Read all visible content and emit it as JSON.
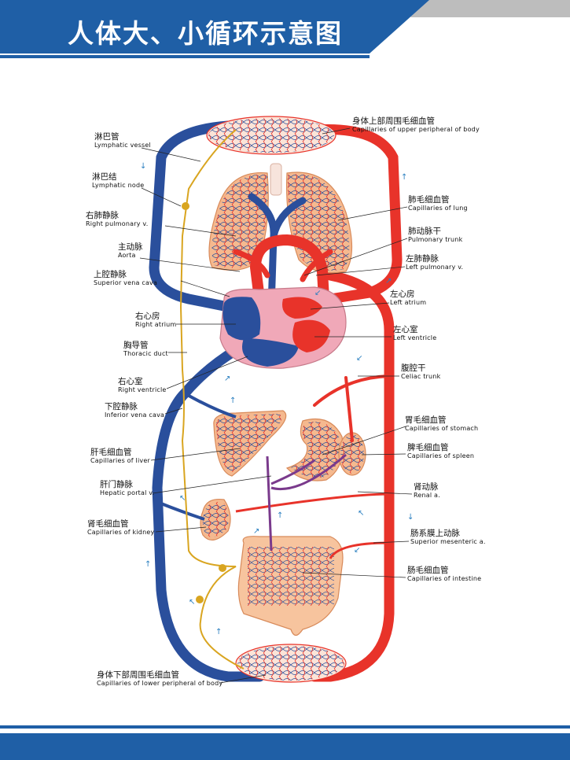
{
  "title": "人体大、小循环示意图",
  "colors": {
    "banner_blue": "#1f5fa6",
    "banner_grey": "#bdbdbd",
    "artery_red": "#e8332a",
    "vein_blue": "#2a4f9c",
    "lymph_yellow": "#d9a520"
  },
  "labels": {
    "lymphatic_vessel": {
      "zh": "淋巴管",
      "en": "Lymphatic vessel"
    },
    "lymphatic_node": {
      "zh": "淋巴结",
      "en": "Lymphatic node"
    },
    "right_pulmonary_v": {
      "zh": "右肺静脉",
      "en": "Right pulmonary v."
    },
    "aorta": {
      "zh": "主动脉",
      "en": "Aorta"
    },
    "superior_vena_cava": {
      "zh": "上腔静脉",
      "en": "Superior vena cava"
    },
    "right_atrium": {
      "zh": "右心房",
      "en": "Right atrium"
    },
    "thoracic_duct": {
      "zh": "胸导管",
      "en": "Thoracic duct"
    },
    "right_ventricle": {
      "zh": "右心室",
      "en": "Right ventricle"
    },
    "inferior_vena_cava": {
      "zh": "下腔静脉",
      "en": "Inferior vena cava"
    },
    "capillaries_of_liver": {
      "zh": "肝毛细血管",
      "en": "Capillaries of liver"
    },
    "hepatic_portal_v": {
      "zh": "肝门静脉",
      "en": "Hepatic portal v."
    },
    "capillaries_of_kidney": {
      "zh": "肾毛细血管",
      "en": "Capillaries of kidney"
    },
    "capillaries_lower_body": {
      "zh": "身体下部周围毛细血管",
      "en": "Capillaries of lower peripheral of body"
    },
    "capillaries_upper_body": {
      "zh": "身体上部周围毛细血管",
      "en": "Capillaries of upper peripheral of body"
    },
    "capillaries_of_lung": {
      "zh": "肺毛细血管",
      "en": "Capillaries of lung"
    },
    "pulmonary_trunk": {
      "zh": "肺动脉干",
      "en": "Pulmonary trunk"
    },
    "left_pulmonary_v": {
      "zh": "左肺静脉",
      "en": "Left pulmonary v."
    },
    "left_atrium": {
      "zh": "左心房",
      "en": "Left atrium"
    },
    "left_ventricle": {
      "zh": "左心室",
      "en": "Left ventricle"
    },
    "celiac_trunk": {
      "zh": "腹腔干",
      "en": "Celiac trunk"
    },
    "capillaries_of_stomach": {
      "zh": "胃毛细血管",
      "en": "Capillaries of stomach"
    },
    "capillaries_of_spleen": {
      "zh": "脾毛细血管",
      "en": "Capillaries of spleen"
    },
    "renal_a": {
      "zh": "肾动脉",
      "en": "Renal a."
    },
    "superior_mesenteric_a": {
      "zh": "肠系膜上动脉",
      "en": "Superior mesenteric a."
    },
    "capillaries_of_intestine": {
      "zh": "肠毛细血管",
      "en": "Capillaries of intestine"
    }
  }
}
